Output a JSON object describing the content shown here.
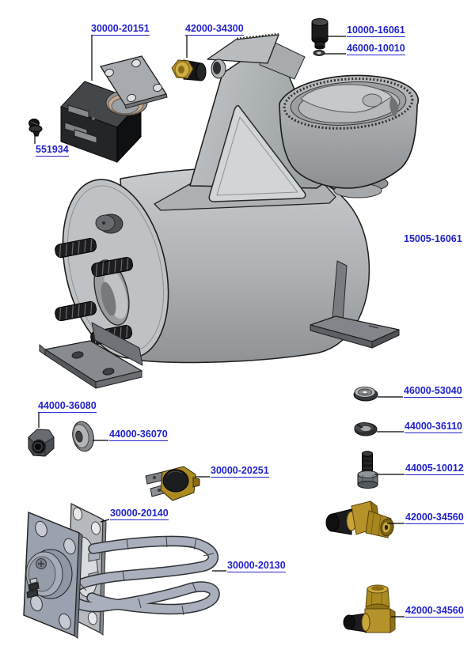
{
  "colors": {
    "label_blue": "#2222cc",
    "leader_black": "#000000",
    "background": "#ffffff",
    "body_gray": "#b4b7b9",
    "brass": "#b6922b"
  },
  "labels": [
    {
      "part_number": "30000-20151",
      "target": "solenoid-valve",
      "underlined": true
    },
    {
      "part_number": "42000-34300",
      "target": "intake-plug",
      "underlined": true
    },
    {
      "part_number": "10000-16061",
      "target": "cap",
      "underlined": true
    },
    {
      "part_number": "46000-10010",
      "target": "small-washer",
      "underlined": true
    },
    {
      "part_number": "551934",
      "target": "screw",
      "underlined": true
    },
    {
      "part_number": "15005-16061",
      "target": "motor-assembly",
      "underlined": false
    },
    {
      "part_number": "46000-53040",
      "target": "flat-washer",
      "underlined": true
    },
    {
      "part_number": "44000-36110",
      "target": "lock-washer",
      "underlined": true
    },
    {
      "part_number": "44005-10012",
      "target": "bolt",
      "underlined": true
    },
    {
      "part_number": "42000-34560",
      "target": "elbow-fitting-horizontal",
      "underlined": true
    },
    {
      "part_number": "42000-34560",
      "target": "elbow-fitting-vertical",
      "underlined": true
    },
    {
      "part_number": "44000-36080",
      "target": "hex-nut",
      "underlined": true
    },
    {
      "part_number": "44000-36070",
      "target": "washer",
      "underlined": true
    },
    {
      "part_number": "30000-20251",
      "target": "thermostat-switch",
      "underlined": true
    },
    {
      "part_number": "30000-20140",
      "target": "flange-gasket",
      "underlined": true
    },
    {
      "part_number": "30000-20130",
      "target": "heating-element",
      "underlined": true
    }
  ]
}
